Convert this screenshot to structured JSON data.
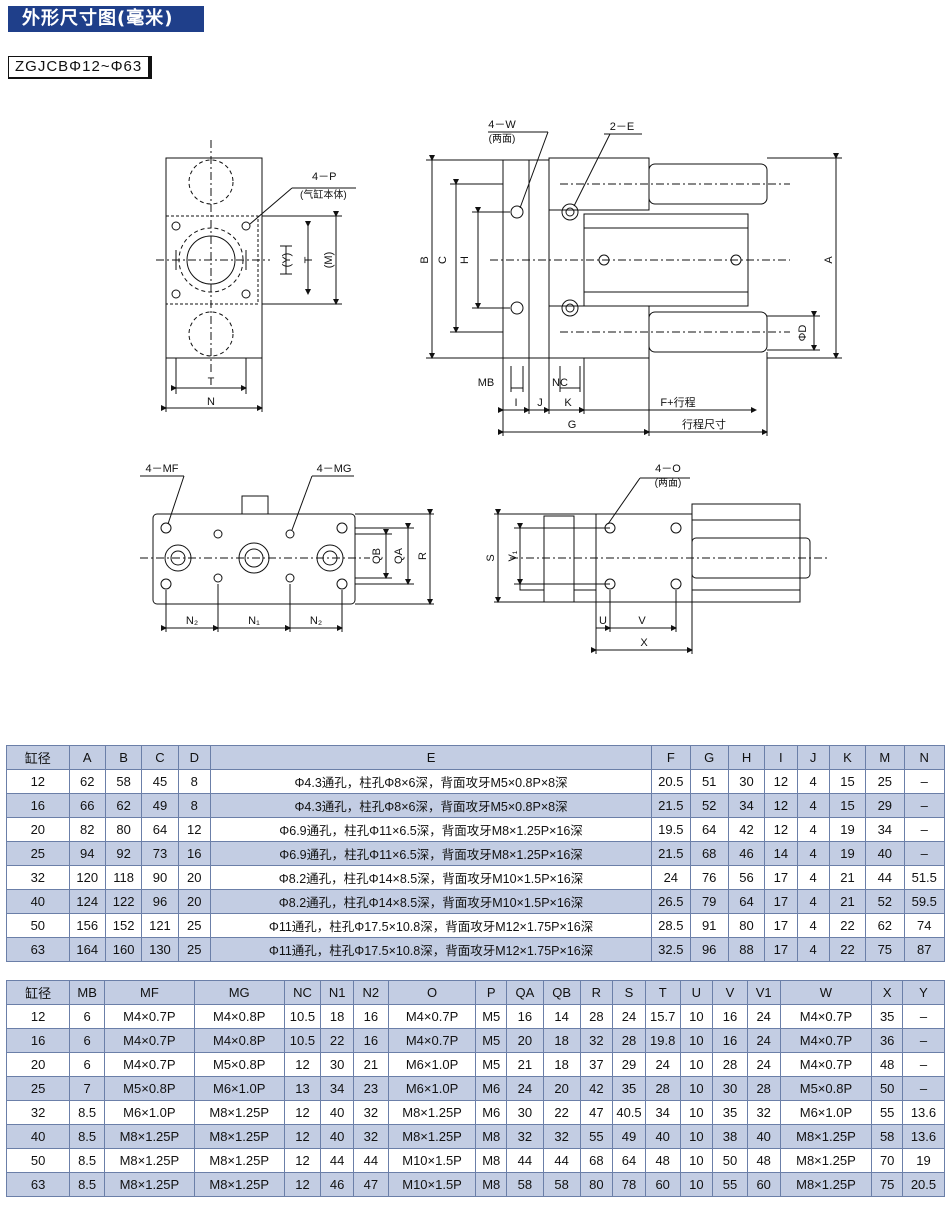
{
  "page_title": "外形尺寸图(毫米)",
  "model": "ZGJCBΦ12~Φ63",
  "drawing_labels": {
    "top_left": {
      "p": "4－P",
      "p_note": "(气缸本体)",
      "y": "(Y)",
      "t_side": "T",
      "m": "(M)",
      "t_bottom": "T",
      "n": "N"
    },
    "top_right": {
      "w": "4－W",
      "w_note": "(两面)",
      "e": "2－E",
      "b": "B",
      "c": "C",
      "h": "H",
      "a": "A",
      "d": "ΦD",
      "mb": "MB",
      "nc": "NC",
      "i": "I",
      "j": "J",
      "k": "K",
      "f": "F+行程",
      "g": "G",
      "stroke": "行程尺寸"
    },
    "bottom_left": {
      "mf": "4－MF",
      "mg": "4－MG",
      "qb": "QB",
      "qa": "QA",
      "r": "R",
      "n2a": "N₂",
      "n1": "N₁",
      "n2b": "N₂"
    },
    "bottom_right": {
      "o": "4－O",
      "o_note": "(两面)",
      "s": "S",
      "v1": "V₁",
      "u": "U",
      "v": "V",
      "x": "X"
    }
  },
  "table1": {
    "headers": [
      "缸径",
      "A",
      "B",
      "C",
      "D",
      "E",
      "F",
      "G",
      "H",
      "I",
      "J",
      "K",
      "M",
      "N"
    ],
    "rows": [
      [
        "12",
        "62",
        "58",
        "45",
        "8",
        "Φ4.3通孔，柱孔Φ8×6深，背面攻牙M5×0.8P×8深",
        "20.5",
        "51",
        "30",
        "12",
        "4",
        "15",
        "25",
        "–"
      ],
      [
        "16",
        "66",
        "62",
        "49",
        "8",
        "Φ4.3通孔，柱孔Φ8×6深，背面攻牙M5×0.8P×8深",
        "21.5",
        "52",
        "34",
        "12",
        "4",
        "15",
        "29",
        "–"
      ],
      [
        "20",
        "82",
        "80",
        "64",
        "12",
        "Φ6.9通孔，柱孔Φ11×6.5深，背面攻牙M8×1.25P×16深",
        "19.5",
        "64",
        "42",
        "12",
        "4",
        "19",
        "34",
        "–"
      ],
      [
        "25",
        "94",
        "92",
        "73",
        "16",
        "Φ6.9通孔，柱孔Φ11×6.5深，背面攻牙M8×1.25P×16深",
        "21.5",
        "68",
        "46",
        "14",
        "4",
        "19",
        "40",
        "–"
      ],
      [
        "32",
        "120",
        "118",
        "90",
        "20",
        "Φ8.2通孔，柱孔Φ14×8.5深，背面攻牙M10×1.5P×16深",
        "24",
        "76",
        "56",
        "17",
        "4",
        "21",
        "44",
        "51.5"
      ],
      [
        "40",
        "124",
        "122",
        "96",
        "20",
        "Φ8.2通孔，柱孔Φ14×8.5深，背面攻牙M10×1.5P×16深",
        "26.5",
        "79",
        "64",
        "17",
        "4",
        "21",
        "52",
        "59.5"
      ],
      [
        "50",
        "156",
        "152",
        "121",
        "25",
        "Φ11通孔，柱孔Φ17.5×10.8深，背面攻牙M12×1.75P×16深",
        "28.5",
        "91",
        "80",
        "17",
        "4",
        "22",
        "62",
        "74"
      ],
      [
        "63",
        "164",
        "160",
        "130",
        "25",
        "Φ11通孔，柱孔Φ17.5×10.8深，背面攻牙M12×1.75P×16深",
        "32.5",
        "96",
        "88",
        "17",
        "4",
        "22",
        "75",
        "87"
      ]
    ]
  },
  "table2": {
    "headers": [
      "缸径",
      "MB",
      "MF",
      "MG",
      "NC",
      "N1",
      "N2",
      "O",
      "P",
      "QA",
      "QB",
      "R",
      "S",
      "T",
      "U",
      "V",
      "V1",
      "W",
      "X",
      "Y"
    ],
    "rows": [
      [
        "12",
        "6",
        "M4×0.7P",
        "M4×0.8P",
        "10.5",
        "18",
        "16",
        "M4×0.7P",
        "M5",
        "16",
        "14",
        "28",
        "24",
        "15.7",
        "10",
        "16",
        "24",
        "M4×0.7P",
        "35",
        "–"
      ],
      [
        "16",
        "6",
        "M4×0.7P",
        "M4×0.8P",
        "10.5",
        "22",
        "16",
        "M4×0.7P",
        "M5",
        "20",
        "18",
        "32",
        "28",
        "19.8",
        "10",
        "16",
        "24",
        "M4×0.7P",
        "36",
        "–"
      ],
      [
        "20",
        "6",
        "M4×0.7P",
        "M5×0.8P",
        "12",
        "30",
        "21",
        "M6×1.0P",
        "M5",
        "21",
        "18",
        "37",
        "29",
        "24",
        "10",
        "28",
        "24",
        "M4×0.7P",
        "48",
        "–"
      ],
      [
        "25",
        "7",
        "M5×0.8P",
        "M6×1.0P",
        "13",
        "34",
        "23",
        "M6×1.0P",
        "M6",
        "24",
        "20",
        "42",
        "35",
        "28",
        "10",
        "30",
        "28",
        "M5×0.8P",
        "50",
        "–"
      ],
      [
        "32",
        "8.5",
        "M6×1.0P",
        "M8×1.25P",
        "12",
        "40",
        "32",
        "M8×1.25P",
        "M6",
        "30",
        "22",
        "47",
        "40.5",
        "34",
        "10",
        "35",
        "32",
        "M6×1.0P",
        "55",
        "13.6"
      ],
      [
        "40",
        "8.5",
        "M8×1.25P",
        "M8×1.25P",
        "12",
        "40",
        "32",
        "M8×1.25P",
        "M8",
        "32",
        "32",
        "55",
        "49",
        "40",
        "10",
        "38",
        "40",
        "M8×1.25P",
        "58",
        "13.6"
      ],
      [
        "50",
        "8.5",
        "M8×1.25P",
        "M8×1.25P",
        "12",
        "44",
        "44",
        "M10×1.5P",
        "M8",
        "44",
        "44",
        "68",
        "64",
        "48",
        "10",
        "50",
        "48",
        "M8×1.25P",
        "70",
        "19"
      ],
      [
        "63",
        "8.5",
        "M8×1.25P",
        "M8×1.25P",
        "12",
        "46",
        "47",
        "M10×1.5P",
        "M8",
        "58",
        "58",
        "80",
        "78",
        "60",
        "10",
        "55",
        "60",
        "M8×1.25P",
        "75",
        "20.5"
      ]
    ]
  }
}
